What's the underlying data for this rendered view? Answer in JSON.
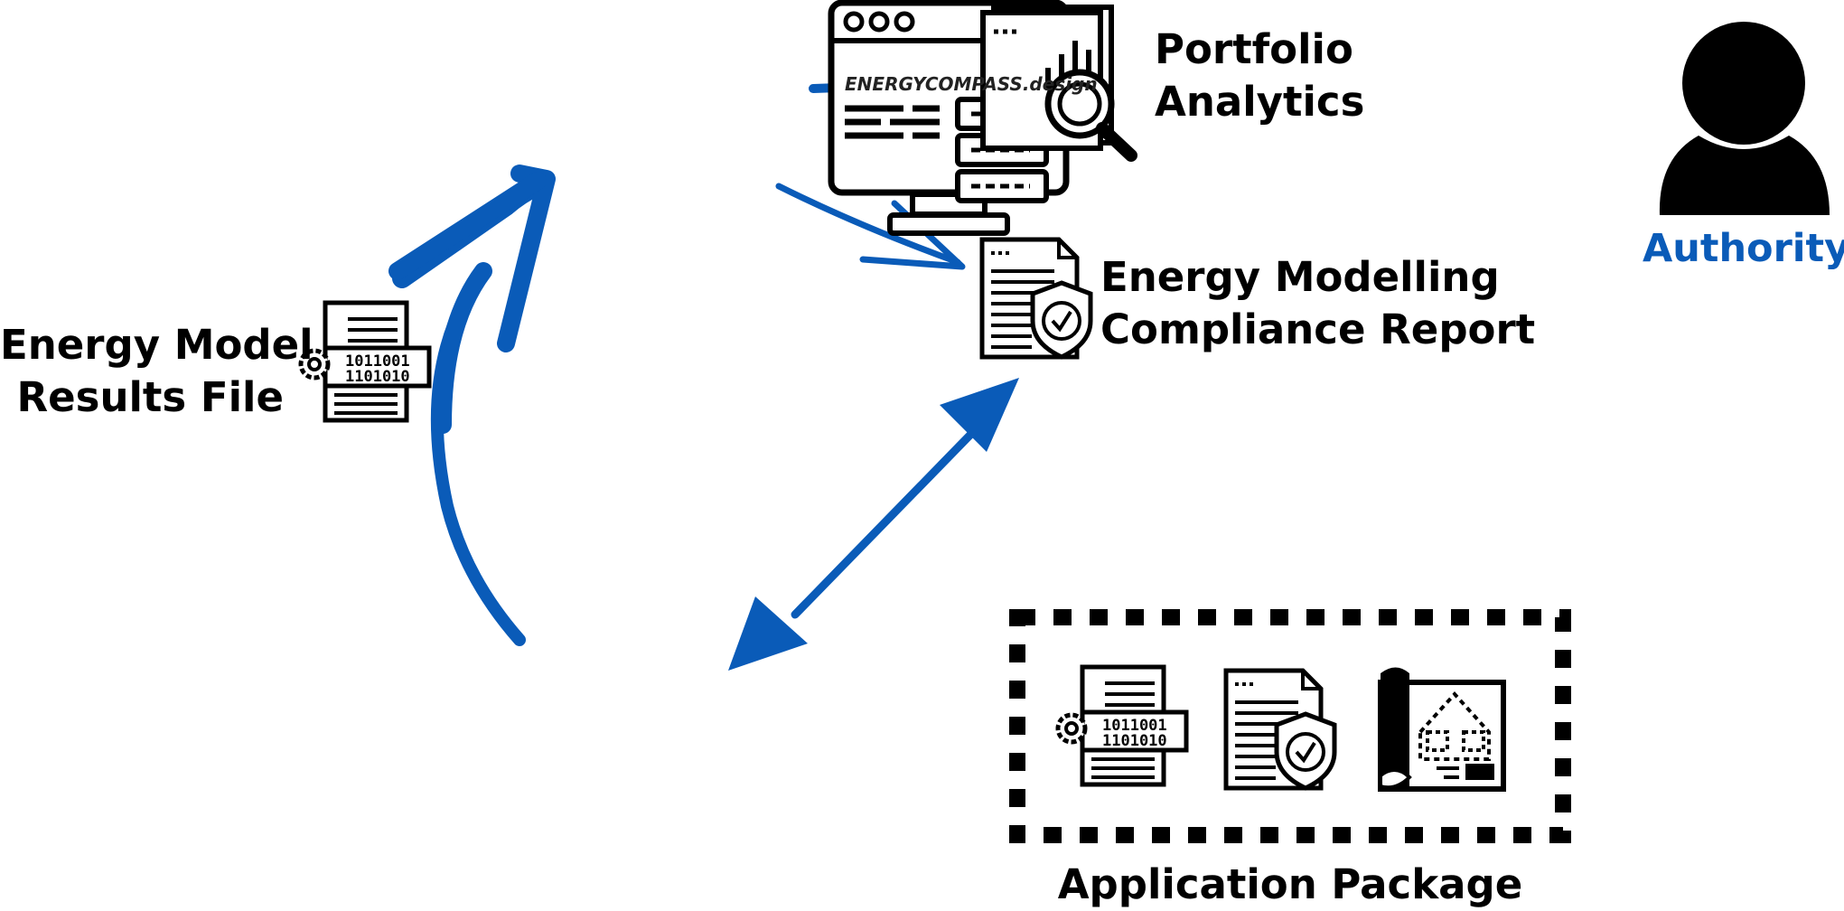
{
  "diagram": {
    "accent_color": "#0a5bb8",
    "nodes": {
      "results_file": {
        "line1": "Energy Model",
        "line2": "Results File",
        "icon": "results-file-icon"
      },
      "portfolio": {
        "line1": "Portfolio",
        "line2": "Analytics",
        "icon": "monitor-analytics-icon"
      },
      "platform_logo": {
        "text": "ENERGYCOMPASS.design"
      },
      "compliance_report": {
        "line1": "Energy Modelling",
        "line2": "Compliance Report",
        "icon": "compliance-report-icon"
      },
      "authority": {
        "label": "Authority",
        "icon": "person-icon"
      },
      "application_package": {
        "label": "Application Package",
        "icons": [
          "results-file-icon",
          "compliance-report-icon",
          "blueprint-icon"
        ]
      }
    }
  }
}
